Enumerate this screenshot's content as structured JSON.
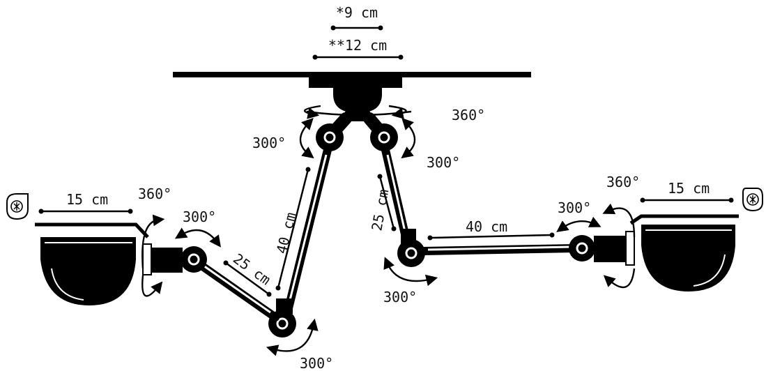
{
  "diagram": {
    "plate_dims": {
      "small": "*9 cm",
      "large": "**12 cm"
    },
    "left_lamp": {
      "shade_width": "15 cm",
      "shade_rotation": "360°",
      "joint_shade": "300°",
      "arm_short": "25 cm",
      "arm_long": "40 cm",
      "joint_elbow": "300°"
    },
    "top": {
      "base_rotation": "360°",
      "joint_left": "300°",
      "joint_right": "300°"
    },
    "right_lamp": {
      "arm_short": "25 cm",
      "arm_long": "40 cm",
      "joint_elbow": "300°",
      "joint_shade": "300°",
      "shade_rotation": "360°",
      "shade_width": "15 cm"
    },
    "icons": [
      "bulb-socket-icon",
      "bulb-socket-icon"
    ],
    "colors": {
      "ink": "#000000",
      "background": "#ffffff"
    }
  }
}
